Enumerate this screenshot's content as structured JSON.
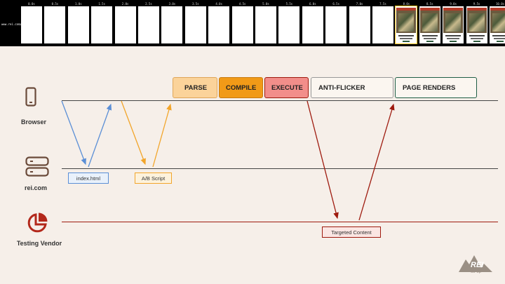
{
  "filmstrip": {
    "url": "www.rei.com/",
    "times": [
      "0.0s",
      "0.5s",
      "1.0s",
      "1.5s",
      "2.0s",
      "2.5s",
      "3.0s",
      "3.5s",
      "4.0s",
      "4.5s",
      "5.0s",
      "5.5s",
      "6.0s",
      "6.5s",
      "7.0s",
      "7.5s",
      "8.0s",
      "8.5s",
      "9.0s",
      "9.5s",
      "10.0s"
    ]
  },
  "actors": {
    "browser": "Browser",
    "server": "rei.com",
    "vendor": "Testing Vendor"
  },
  "phases": {
    "parse": "PARSE",
    "compile": "COMPILE",
    "execute": "EXECUTE",
    "anti_flicker": "ANTI-FLICKER",
    "page_renders": "PAGE RENDERS"
  },
  "tags": {
    "index": "index.html",
    "ab_script": "A/B Script",
    "targeted": "Targeted Content"
  },
  "logo": "REI co-op",
  "colors": {
    "blue": "#5b8fd6",
    "orange": "#f2a52a",
    "red": "#9e1a0e",
    "parse_fill": "#fbd39a",
    "compile_fill": "#f19a17",
    "execute_fill": "#f28e8a",
    "page_renders_border": "#1f5e45"
  }
}
